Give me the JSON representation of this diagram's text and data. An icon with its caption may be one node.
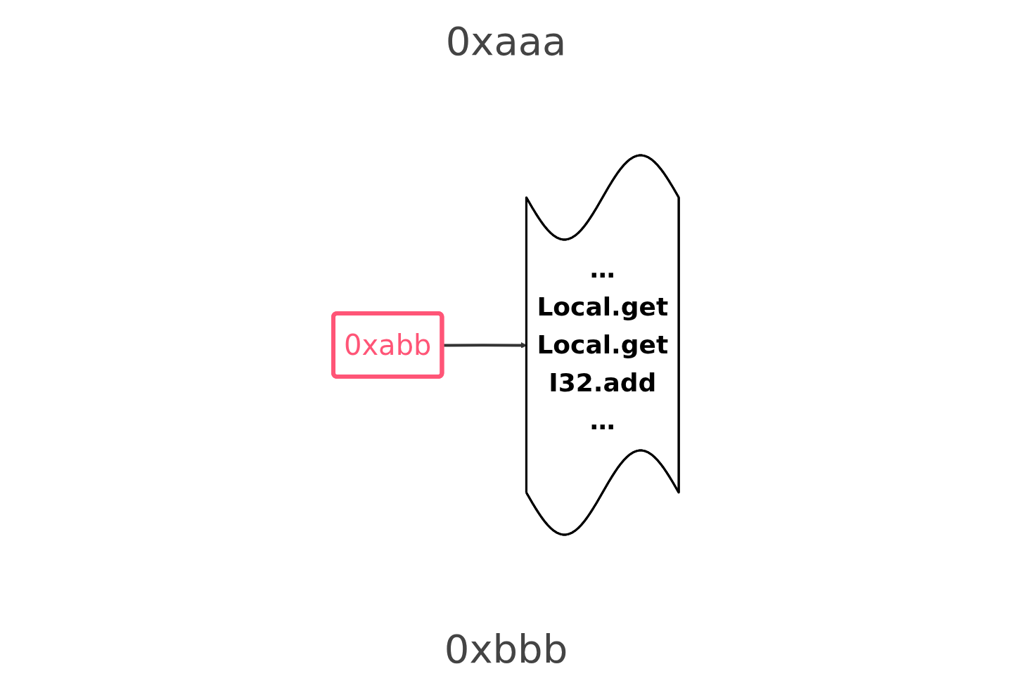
{
  "diagram": {
    "nodes": [
      {
        "text": [
          "…",
          "Local.get",
          "Local.get",
          "I32.add",
          "…"
        ],
        "beside": [
          "0xaaa",
          "0xbbb"
        ]
      },
      {
        "text": [
          "0xabb"
        ]
      }
    ],
    "edges": [
      {
        "from": 1,
        "to": 0,
        "arrow": "to"
      }
    ]
  }
}
